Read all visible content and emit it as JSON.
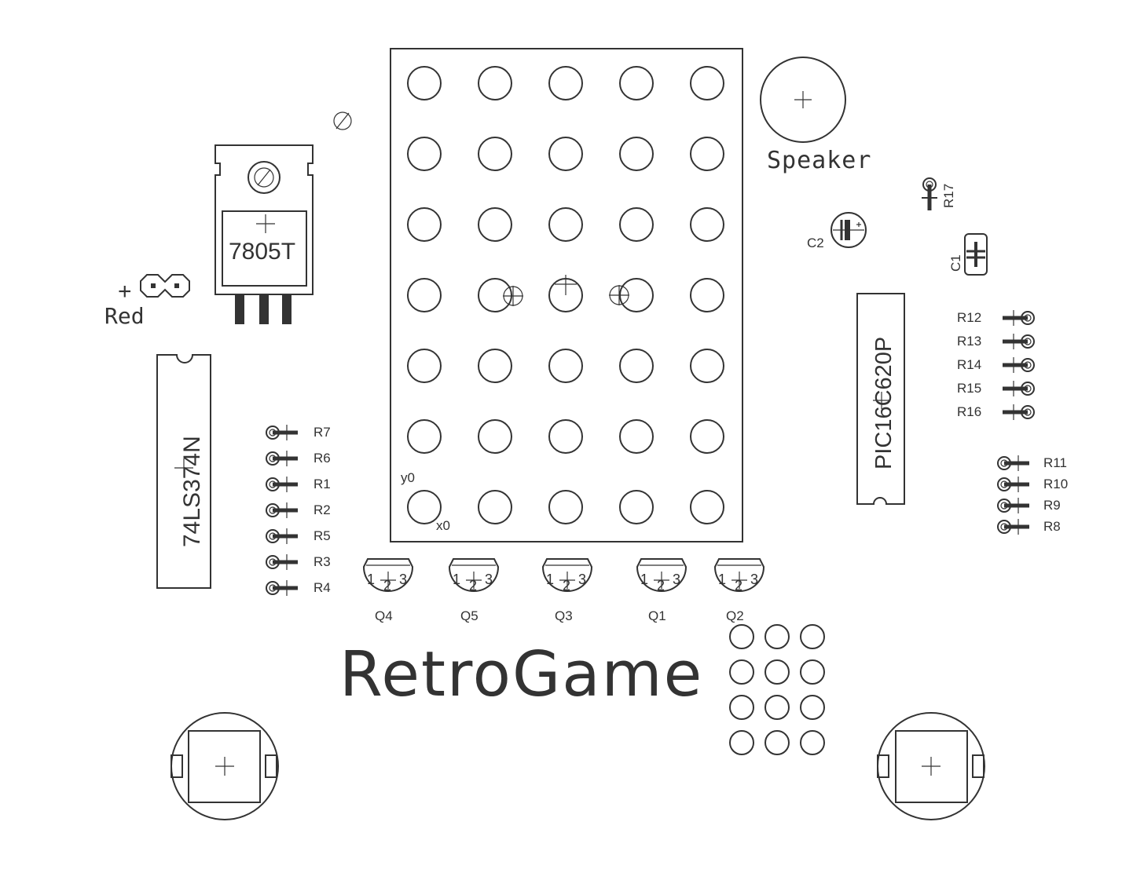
{
  "board": {
    "title": "RetroGame",
    "stroke_color": "#333333",
    "background": "#ffffff"
  },
  "labels": {
    "speaker": "Speaker",
    "regulator": "7805T",
    "power_plus": "+",
    "power_label": "Red",
    "shift_register": "74LS374N",
    "mcu": "PIC16C620P",
    "c1": "C1",
    "c2": "C2",
    "r17": "R17",
    "y0": "y0",
    "x0": "x0"
  },
  "left_resistors": [
    "R7",
    "R6",
    "R1",
    "R2",
    "R5",
    "R3",
    "R4"
  ],
  "right_resistors_top": [
    "R12",
    "R13",
    "R14",
    "R15",
    "R16"
  ],
  "right_resistors_bottom": [
    "R11",
    "R10",
    "R9",
    "R8"
  ],
  "transistors": [
    {
      "ref": "Q4",
      "pins": [
        "1",
        "2",
        "3"
      ]
    },
    {
      "ref": "Q5",
      "pins": [
        "1",
        "2",
        "3"
      ]
    },
    {
      "ref": "Q3",
      "pins": [
        "1",
        "2",
        "3"
      ]
    },
    {
      "ref": "Q1",
      "pins": [
        "1",
        "2",
        "3"
      ]
    },
    {
      "ref": "Q2",
      "pins": [
        "1",
        "2",
        "3"
      ]
    }
  ],
  "led_matrix": {
    "columns": 5,
    "rows": 7
  },
  "keypad": {
    "columns": 3,
    "rows": 4
  }
}
